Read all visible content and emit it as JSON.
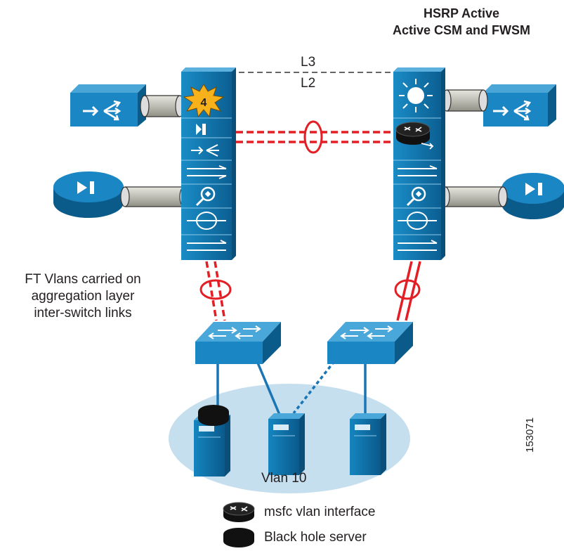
{
  "header": {
    "line1": "HSRP Active",
    "line2": "Active CSM and FWSM"
  },
  "layers": {
    "l3": "L3",
    "l2": "L2"
  },
  "ft_note": {
    "line1": "FT Vlans carried on",
    "line2": "aggregation layer",
    "line3": "inter-switch links"
  },
  "vlan_label": "Vlan 10",
  "legend": {
    "msfc": "msfc vlan interface",
    "blackhole": "Black hole server"
  },
  "figure_id": "153071",
  "badge_number": "4",
  "colors": {
    "device_blue": "#0f75ad",
    "device_dark": "#0b5b8a",
    "link_red": "#e31e24",
    "vlan_fill": "#c6dfef",
    "cable_gray": "#c9c9c0"
  }
}
